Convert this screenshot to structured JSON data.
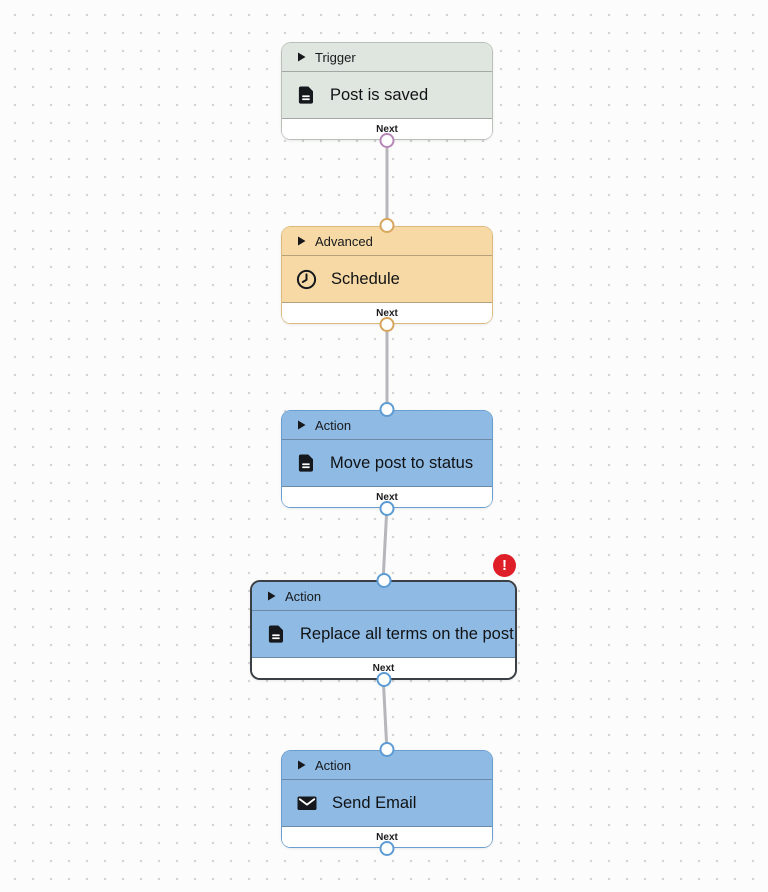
{
  "canvas": {
    "background_color": "#fcfcfc",
    "dot_color": "#d4d4d4",
    "connector_color": "#b6b6bb",
    "selected_border_color": "#3a4046"
  },
  "error_badge": {
    "glyph": "!",
    "color": "#df1f28"
  },
  "nodes": [
    {
      "type": "trigger",
      "category_label": "Trigger",
      "title": "Post is saved",
      "icon": "document-icon",
      "footer_label": "Next",
      "fill": "#dfe5df",
      "border": "#b9c0b8",
      "port_color": "#b687b7",
      "selected": false,
      "has_error": false
    },
    {
      "type": "advanced",
      "category_label": "Advanced",
      "title": "Schedule",
      "icon": "clock-icon",
      "footer_label": "Next",
      "fill": "#f6d9a5",
      "border": "#dcba7d",
      "port_color": "#d7a55b",
      "selected": false,
      "has_error": false
    },
    {
      "type": "action",
      "category_label": "Action",
      "title": "Move post to status",
      "icon": "document-icon",
      "footer_label": "Next",
      "fill": "#8fbae3",
      "border": "#699ed1",
      "port_color": "#5c9bd3",
      "selected": false,
      "has_error": false
    },
    {
      "type": "action",
      "category_label": "Action",
      "title": "Replace all terms on the post",
      "icon": "document-icon",
      "footer_label": "Next",
      "fill": "#8fbae3",
      "border": "#699ed1",
      "port_color": "#5c9bd3",
      "selected": true,
      "has_error": true
    },
    {
      "type": "action",
      "category_label": "Action",
      "title": "Send Email",
      "icon": "envelope-icon",
      "footer_label": "Next",
      "fill": "#8fbae3",
      "border": "#699ed1",
      "port_color": "#5c9bd3",
      "selected": false,
      "has_error": false
    }
  ]
}
